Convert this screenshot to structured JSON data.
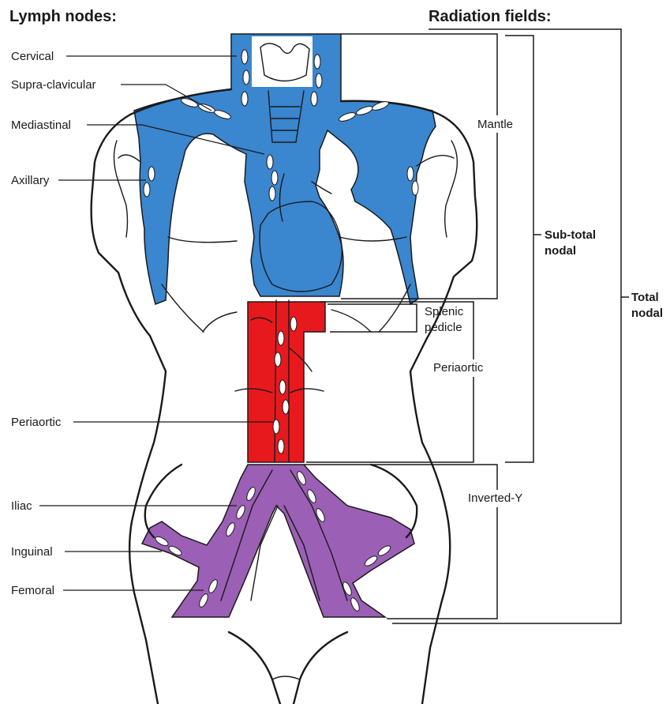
{
  "headings": {
    "lymph_nodes": "Lymph nodes:",
    "radiation_fields": "Radiation fields:"
  },
  "lymph_node_labels": {
    "cervical": "Cervical",
    "supraclavicular": "Supra-clavicular",
    "mediastinal": "Mediastinal",
    "axillary": "Axillary",
    "periaortic": "Periaortic",
    "iliac": "Iliac",
    "inguinal": "Inguinal",
    "femoral": "Femoral"
  },
  "radiation_field_labels": {
    "mantle": "Mantle",
    "splenic_line1": "Splenic",
    "splenic_line2": "pedicle",
    "periaortic": "Periaortic",
    "inverted_y": "Inverted-Y",
    "subtotal_line1": "Sub-total",
    "subtotal_line2": "nodal",
    "total_line1": "Total",
    "total_line2": "nodal"
  },
  "colors": {
    "mantle_field": "#3a86cf",
    "periaortic_field": "#e8191d",
    "inverted_y_field": "#9b5fb5",
    "line": "#1a1a1a"
  }
}
